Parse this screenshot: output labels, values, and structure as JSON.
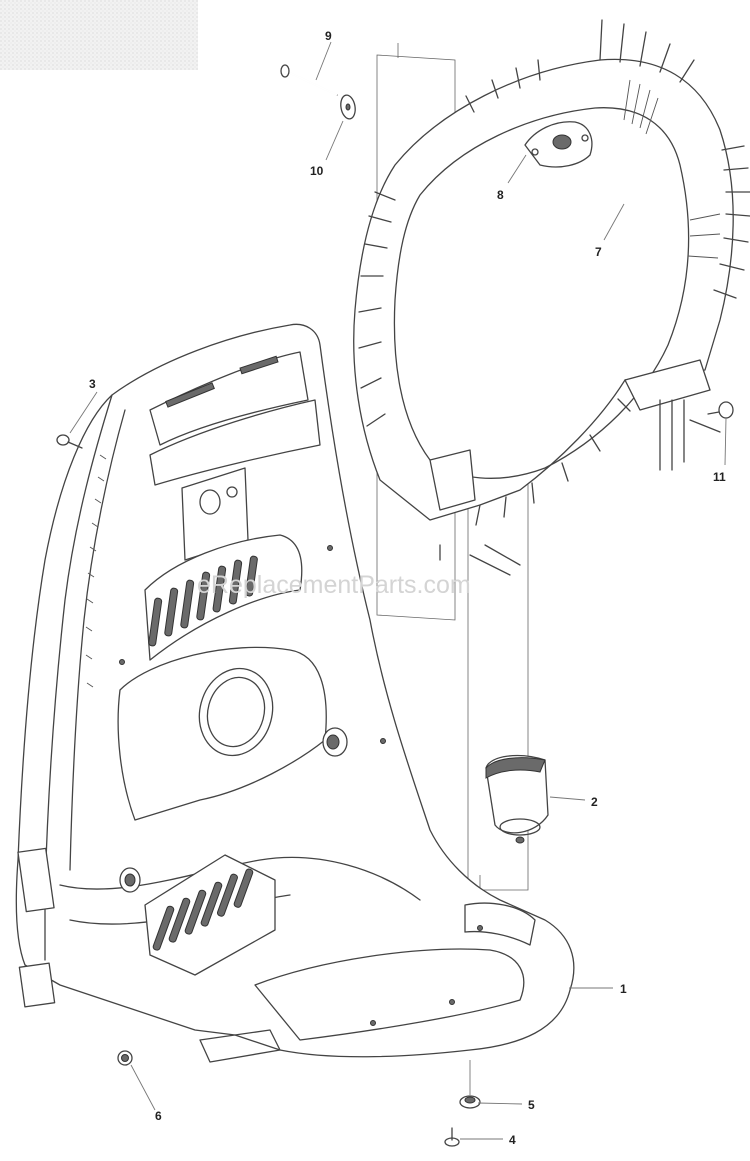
{
  "diagram": {
    "watermark": "eReplacementParts.com",
    "callouts": [
      {
        "id": "1",
        "label": "1"
      },
      {
        "id": "2",
        "label": "2"
      },
      {
        "id": "3",
        "label": "3"
      },
      {
        "id": "4",
        "label": "4"
      },
      {
        "id": "5",
        "label": "5"
      },
      {
        "id": "6",
        "label": "6"
      },
      {
        "id": "7",
        "label": "7"
      },
      {
        "id": "8",
        "label": "8"
      },
      {
        "id": "9",
        "label": "9"
      },
      {
        "id": "10",
        "label": "10"
      },
      {
        "id": "11",
        "label": "11"
      }
    ]
  }
}
